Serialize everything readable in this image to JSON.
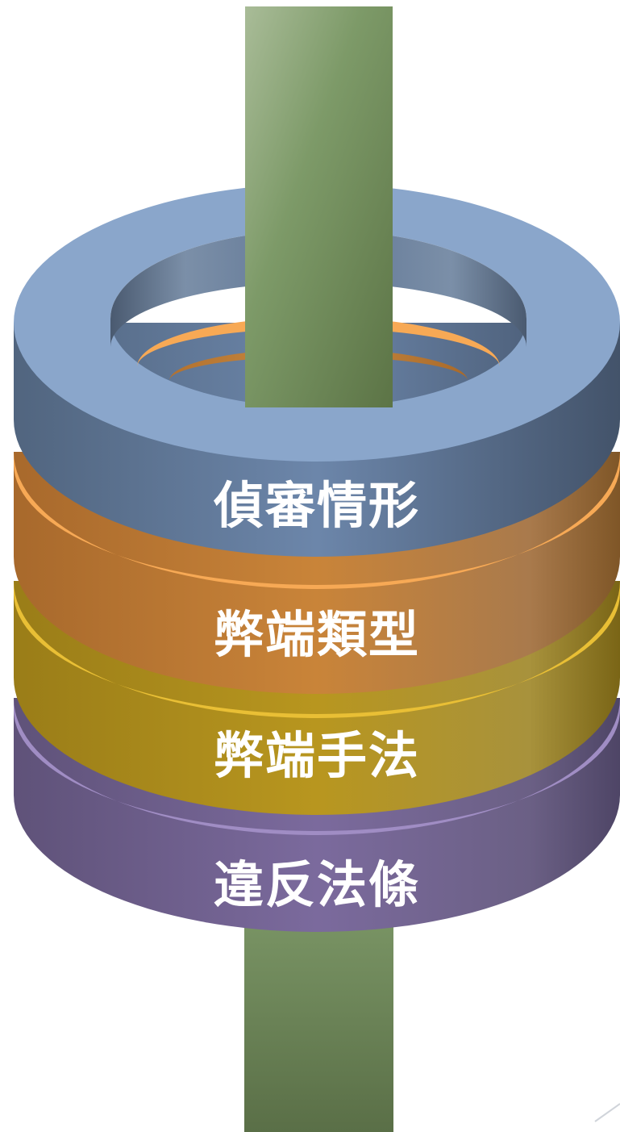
{
  "layers": [
    {
      "label": "偵審情形",
      "color": "#8aa6cb",
      "dark": "#52647d"
    },
    {
      "label": "弊端類型",
      "color": "#f7a955",
      "dark": "#b87637"
    },
    {
      "label": "弊端手法",
      "color": "#e9bf35",
      "dark": "#a98c1f"
    },
    {
      "label": "違反法條",
      "color": "#a08dc4",
      "dark": "#6e5d8e"
    }
  ],
  "axis_color": "#6c8a56"
}
